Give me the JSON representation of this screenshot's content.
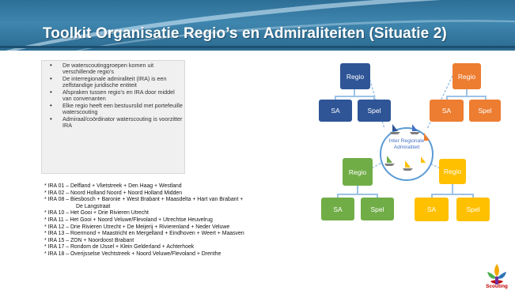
{
  "slide": {
    "title": "Toolkit Organisatie Regio’s en Admiraliteiten (Situatie 2)"
  },
  "notes": [
    "De waterscoutinggroepen komen uit verschillende regio’s",
    "De interregionale admiraliteit (IRA) is een zelfstandige juridische entiteit",
    "Afspraken tussen regio’s en IRA door middel van convenanten",
    "Elke regio heeft een bestuurslid met portefeuille waterscouting",
    "Admiraal/coördinator waterscouting is voorzitter IRA"
  ],
  "ira_list": [
    {
      "text": "* IRA 01 – Delfland + Vlietstreek + Den Haag + Westland"
    },
    {
      "text": "* IRA 02 – Noord Holland Noord + Noord Holland Midden"
    },
    {
      "text": "* IRA 08 – Biesbosch + Baronie + West Brabant + Maasdelta + Hart van Brabant +"
    },
    {
      "text": "De Langstraat",
      "cont": true
    },
    {
      "text": "* IRA 10 – Het Gooi + Drie Rivieren Utrecht"
    },
    {
      "text": "* IRA 11 – Het Gooi + Noord Veluwe/Flevoland + Utrechtse Heuvelrug"
    },
    {
      "text": "* IRA 12 – Drie Rivieren Utrecht + De Meijerij + Rivierenland + Neder Veluwe"
    },
    {
      "text": "* IRA 13 – Roermond + Maastricht en Mergelland + Eindhoven + Weert + Maasven"
    },
    {
      "text": "* IRA 15 – ZON + Noordoost Brabant"
    },
    {
      "text": "* IRA 17 – Rondom de IJssel + Klein Gelderland + Achterhoek"
    },
    {
      "text": "* IRA 18 – Overijsselse Vechtstreek + Noord Veluwe/Flevoland + Drenthe"
    }
  ],
  "diagram": {
    "center": "Inter Regionale Admiraliteit",
    "groups": [
      {
        "color": "blue",
        "regio": "Regio",
        "left": "SA",
        "right": "Spel"
      },
      {
        "color": "orange",
        "regio": "Regio",
        "left": "SA",
        "right": "Spel"
      },
      {
        "color": "green",
        "regio": "Regio",
        "left": "SA",
        "right": "Spel"
      },
      {
        "color": "yellow",
        "regio": "Regio",
        "left": "SA",
        "right": "Spel"
      }
    ],
    "colors": {
      "blue": "#2f5597",
      "orange": "#ed7d31",
      "green": "#70ad47",
      "yellow": "#ffc000",
      "ring": "#5b9bd5"
    }
  },
  "logo": {
    "text": "Scouting",
    "icon": "scouting-lily-icon"
  }
}
